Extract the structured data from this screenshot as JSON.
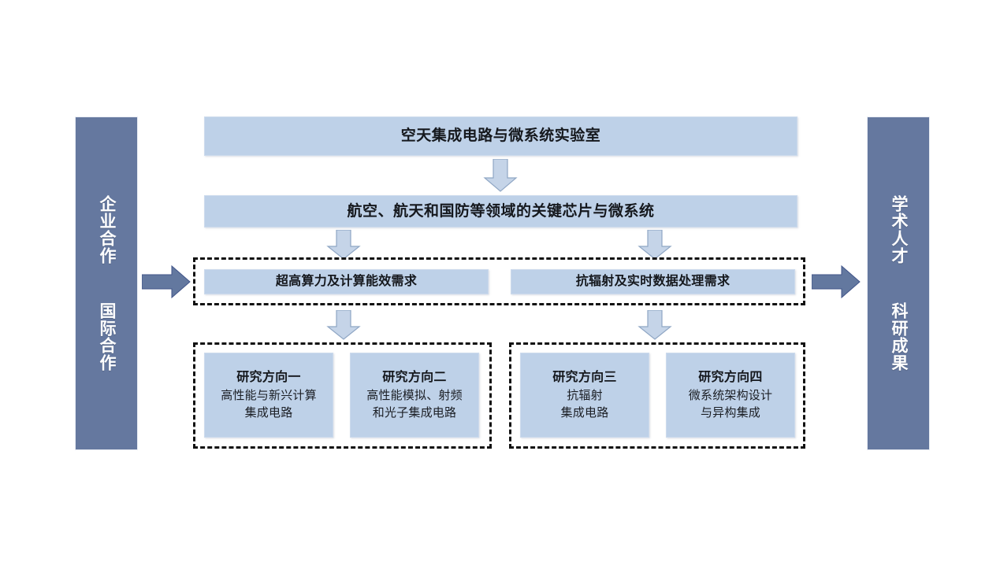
{
  "diagram": {
    "title_top": "空天集成电路与微系统实验室",
    "title_second": "航空、航天和国防等领域的关键芯片与微系统",
    "left_pillar": "企业合作  国际合作",
    "right_pillar": "学术人才  科研成果",
    "requirements": [
      {
        "label": "超高算力及计算能效需求"
      },
      {
        "label": "抗辐射及实时数据处理需求"
      }
    ],
    "research_groups": [
      {
        "directions": [
          {
            "heading": "研究方向一",
            "line1": "高性能与新兴计算",
            "line2": "集成电路"
          },
          {
            "heading": "研究方向二",
            "line1": "高性能模拟、射频",
            "line2": "和光子集成电路"
          }
        ]
      },
      {
        "directions": [
          {
            "heading": "研究方向三",
            "line1": "抗辐射",
            "line2": "集成电路"
          },
          {
            "heading": "研究方向四",
            "line1": "微系统架构设计",
            "line2": "与异构集成"
          }
        ]
      }
    ],
    "colors": {
      "pillar_fill": "#65789f",
      "box_fill": "#bed1e8",
      "arrow_down_fill": "#c5d4e8",
      "arrow_down_stroke": "#8fa6c4",
      "arrow_right_fill": "#63789f",
      "arrow_right_stroke": "#3d5party",
      "dash_stroke": "#111111",
      "text_dark": "#15181d",
      "text_light": "#ffffff",
      "background": "#ffffff"
    }
  }
}
